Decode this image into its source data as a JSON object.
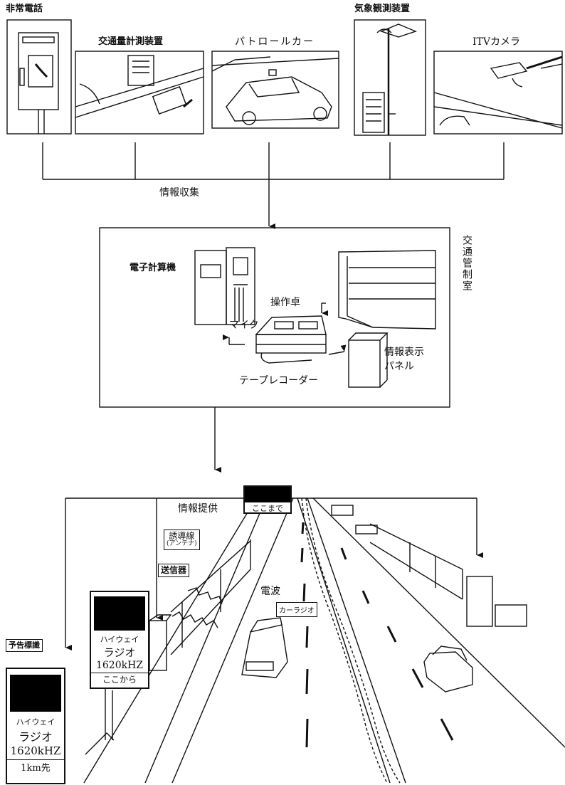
{
  "sources": {
    "emergency_phone": "非常電話",
    "traffic_counter": "交通量計測装置",
    "patrol_car": "パトロールカー",
    "weather_station": "気象観測装置",
    "itv_camera": "ITVカメラ"
  },
  "collection_label": "情報収集",
  "control_room": {
    "title": "交通管制室",
    "computer": "電子計算機",
    "console": "操作卓",
    "mic": "マイク",
    "recorder": "テープレコーダー",
    "panel_line1": "情報表示",
    "panel_line2": "パネル"
  },
  "provision_label": "情報提供",
  "road": {
    "antenna_line1": "誘導線",
    "antenna_line2": "(アンテナ)",
    "transmitter": "送信器",
    "radio_wave": "電波",
    "car_radio": "カーラジオ",
    "advance_sign_label": "予告標識",
    "end_sign_text": "ここまで"
  },
  "main_sign": {
    "line1": "ハイウェイ",
    "line2": "ラジオ",
    "line3": "1620kHZ",
    "bottom": "ここから"
  },
  "advance_sign": {
    "line1": "ハイウェイ",
    "line2": "ラジオ",
    "line3": "1620kHZ",
    "bottom": "1km先"
  }
}
